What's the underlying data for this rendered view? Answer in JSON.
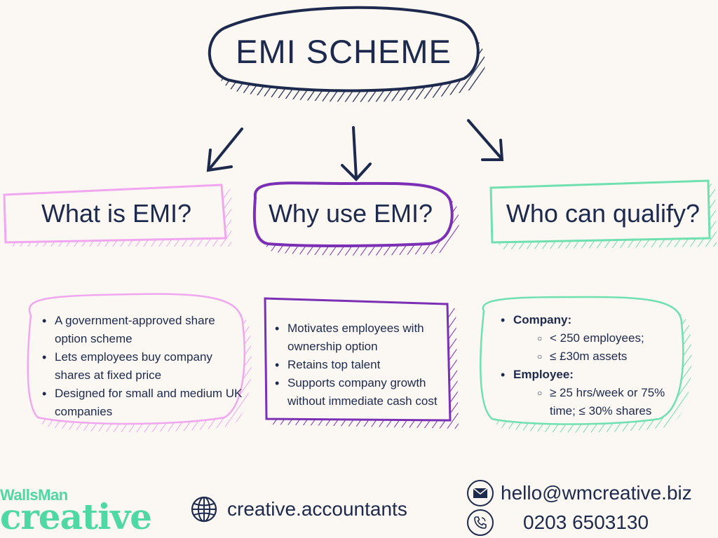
{
  "title": "EMI SCHEME",
  "columns": [
    {
      "heading": "What is EMI?",
      "color": "#f0a7f0",
      "items": [
        "A government-approved share option scheme",
        "Lets employees buy company shares at fixed price",
        "Designed for small and medium UK companies"
      ]
    },
    {
      "heading": "Why use EMI?",
      "color": "#7b2fb5",
      "items": [
        "Motivates employees with ownership option",
        "Retains top talent",
        "Supports company growth without immediate cash cost"
      ]
    },
    {
      "heading": "Who can qualify?",
      "color": "#6fe0b0",
      "groups": [
        {
          "label": "Company:",
          "sub": [
            "< 250 employees;",
            "≤ £30m assets"
          ]
        },
        {
          "label": "Employee:",
          "sub": [
            "≥ 25 hrs/week or 75% time; ≤ 30% shares"
          ]
        }
      ]
    }
  ],
  "brand": {
    "line1": "WallsMan",
    "line2": "creative",
    "color": "#4fd8a3"
  },
  "contact": {
    "website": "creative.accountants",
    "email": "hello@wmcreative.biz",
    "phone": "0203 6503130"
  },
  "icons": {
    "website": "globe-icon",
    "email": "mail-icon",
    "phone": "phone-icon"
  },
  "colors": {
    "text": "#1d2a4d",
    "background": "#fbf7f2"
  }
}
